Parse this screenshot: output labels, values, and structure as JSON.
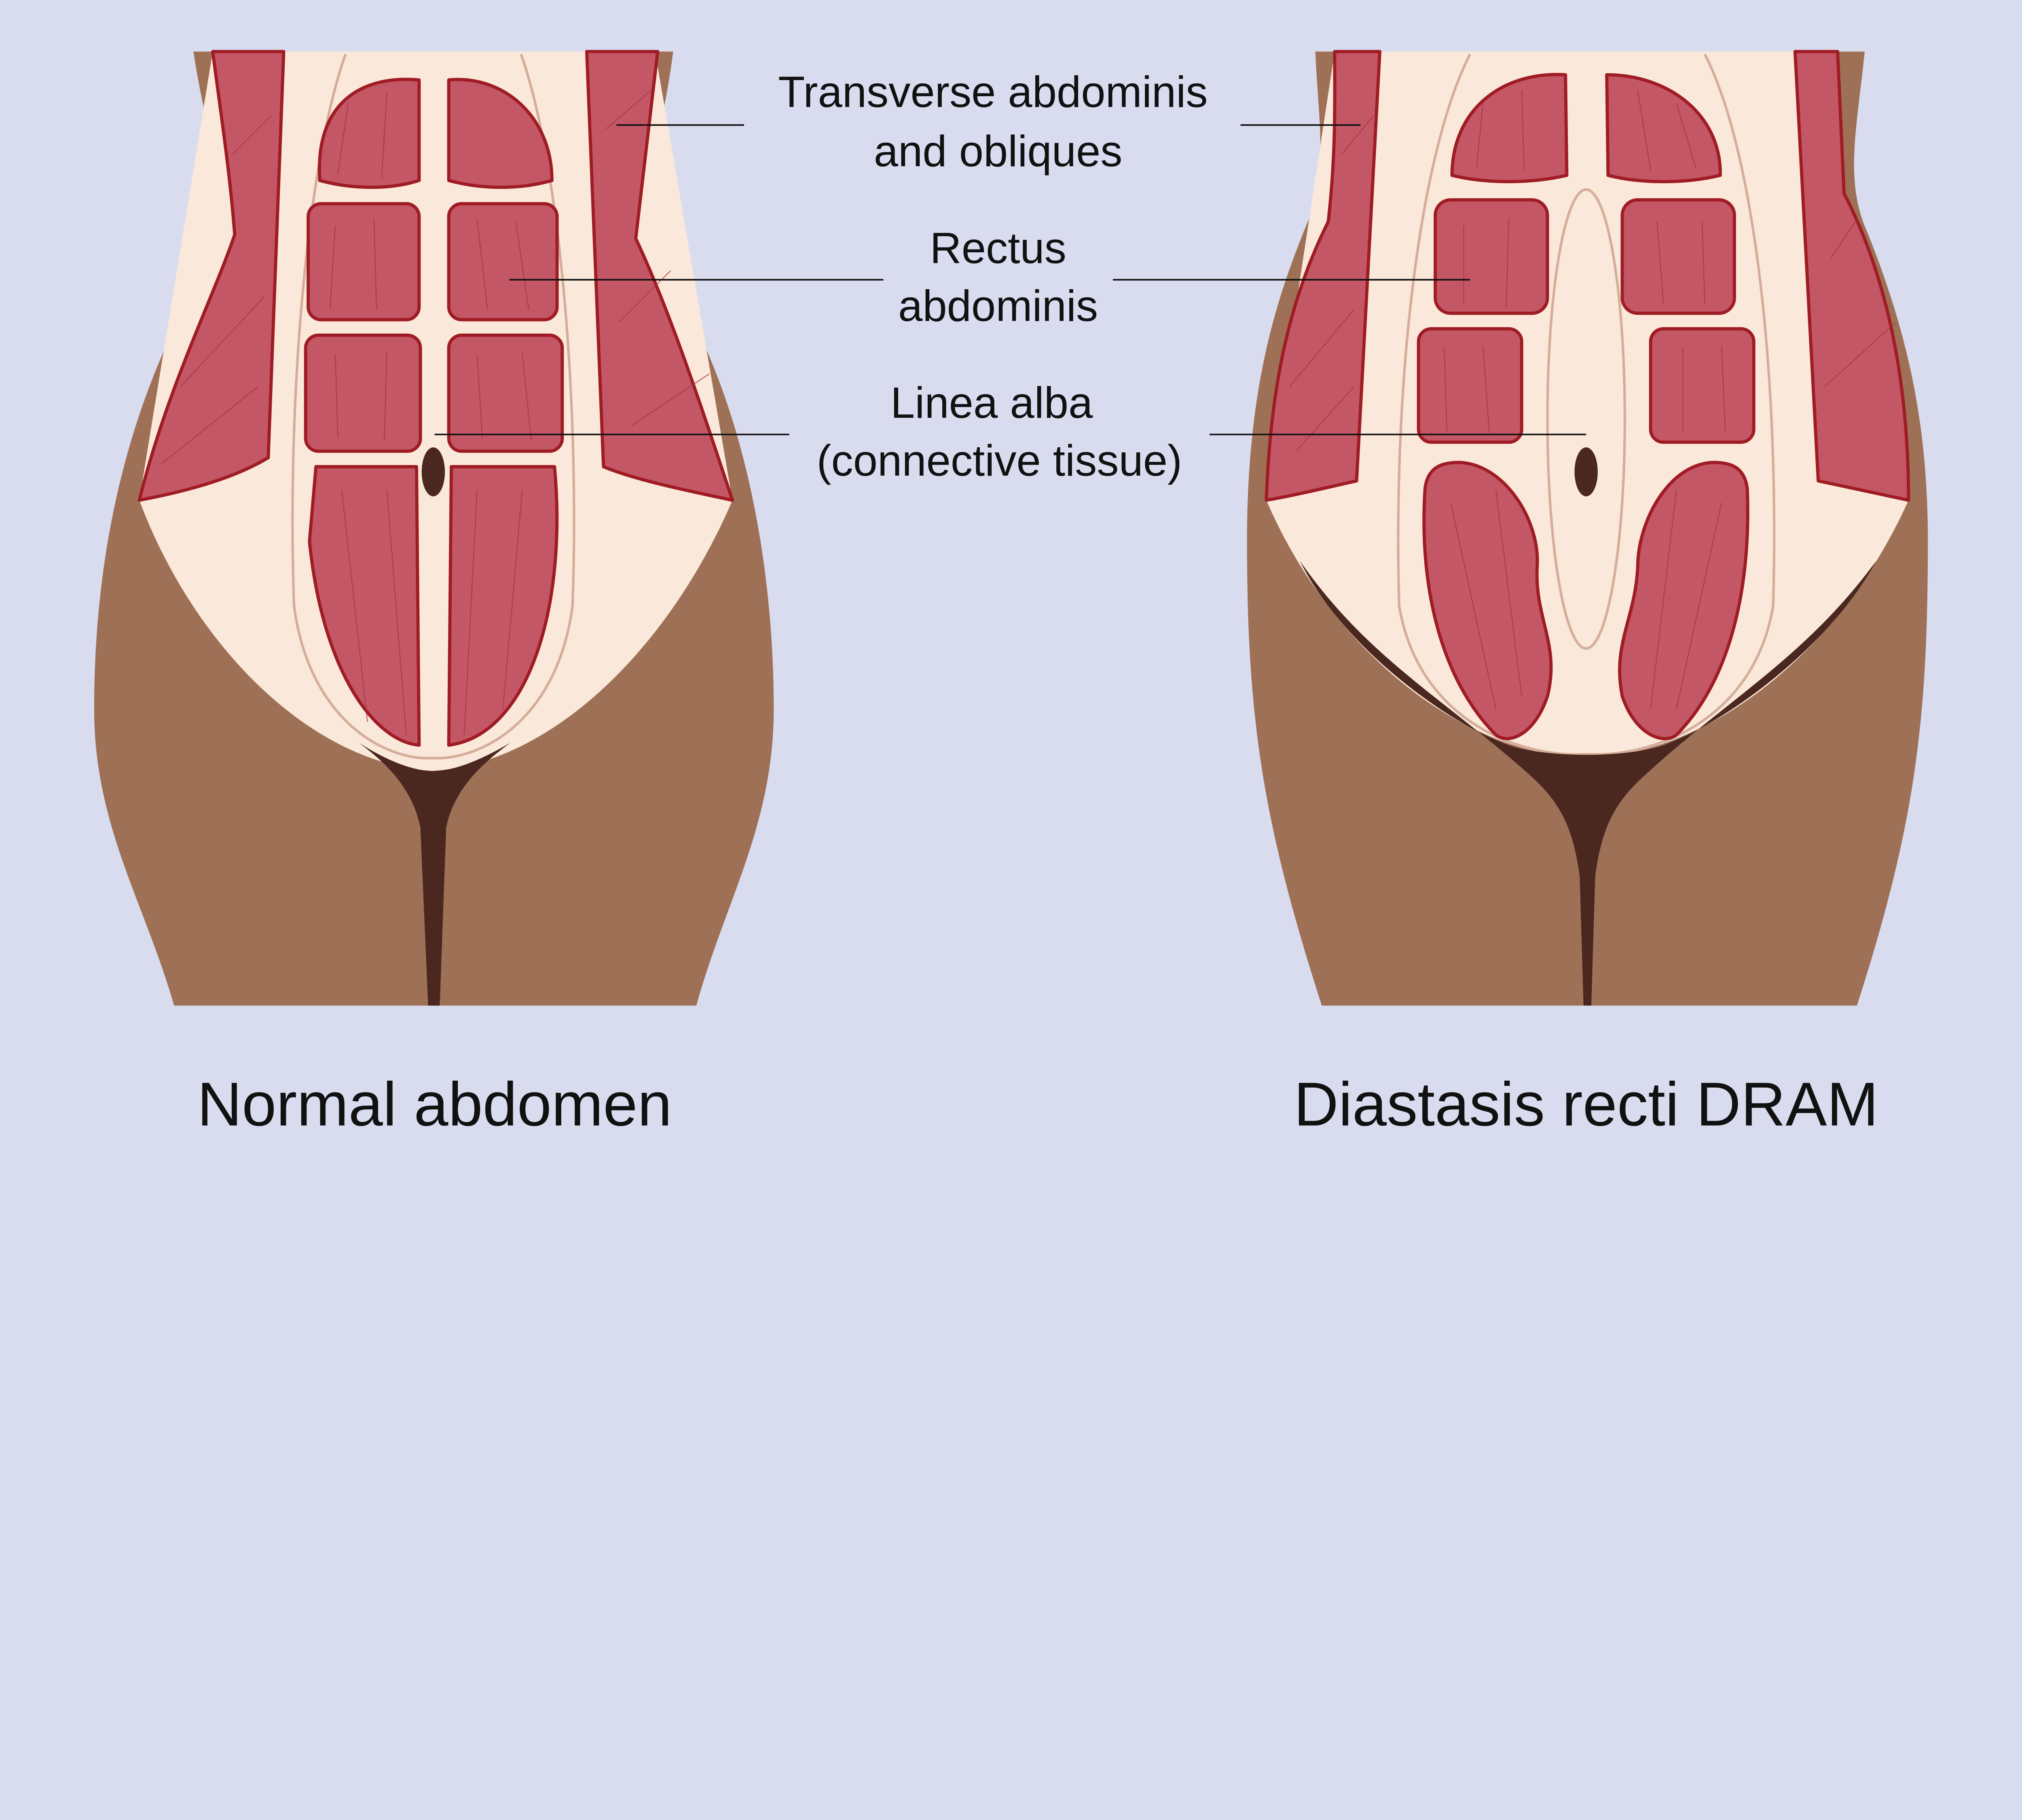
{
  "labels": {
    "transverse_line1": "Transverse abdominis",
    "transverse_line2": "and obliques",
    "rectus_line1": "Rectus",
    "rectus_line2": "abdominis",
    "linea_line1": "Linea alba",
    "linea_line2": "(connective tissue)"
  },
  "captions": {
    "normal": "Normal abdomen",
    "diastasis": "Diastasis recti DRAM"
  },
  "colors": {
    "background": "#d9dcef",
    "skin": "#9e7157",
    "tissue": "#fae9da",
    "muscle": "#c35766",
    "muscle_outline": "#a01c24",
    "shadow": "#4a2820"
  }
}
